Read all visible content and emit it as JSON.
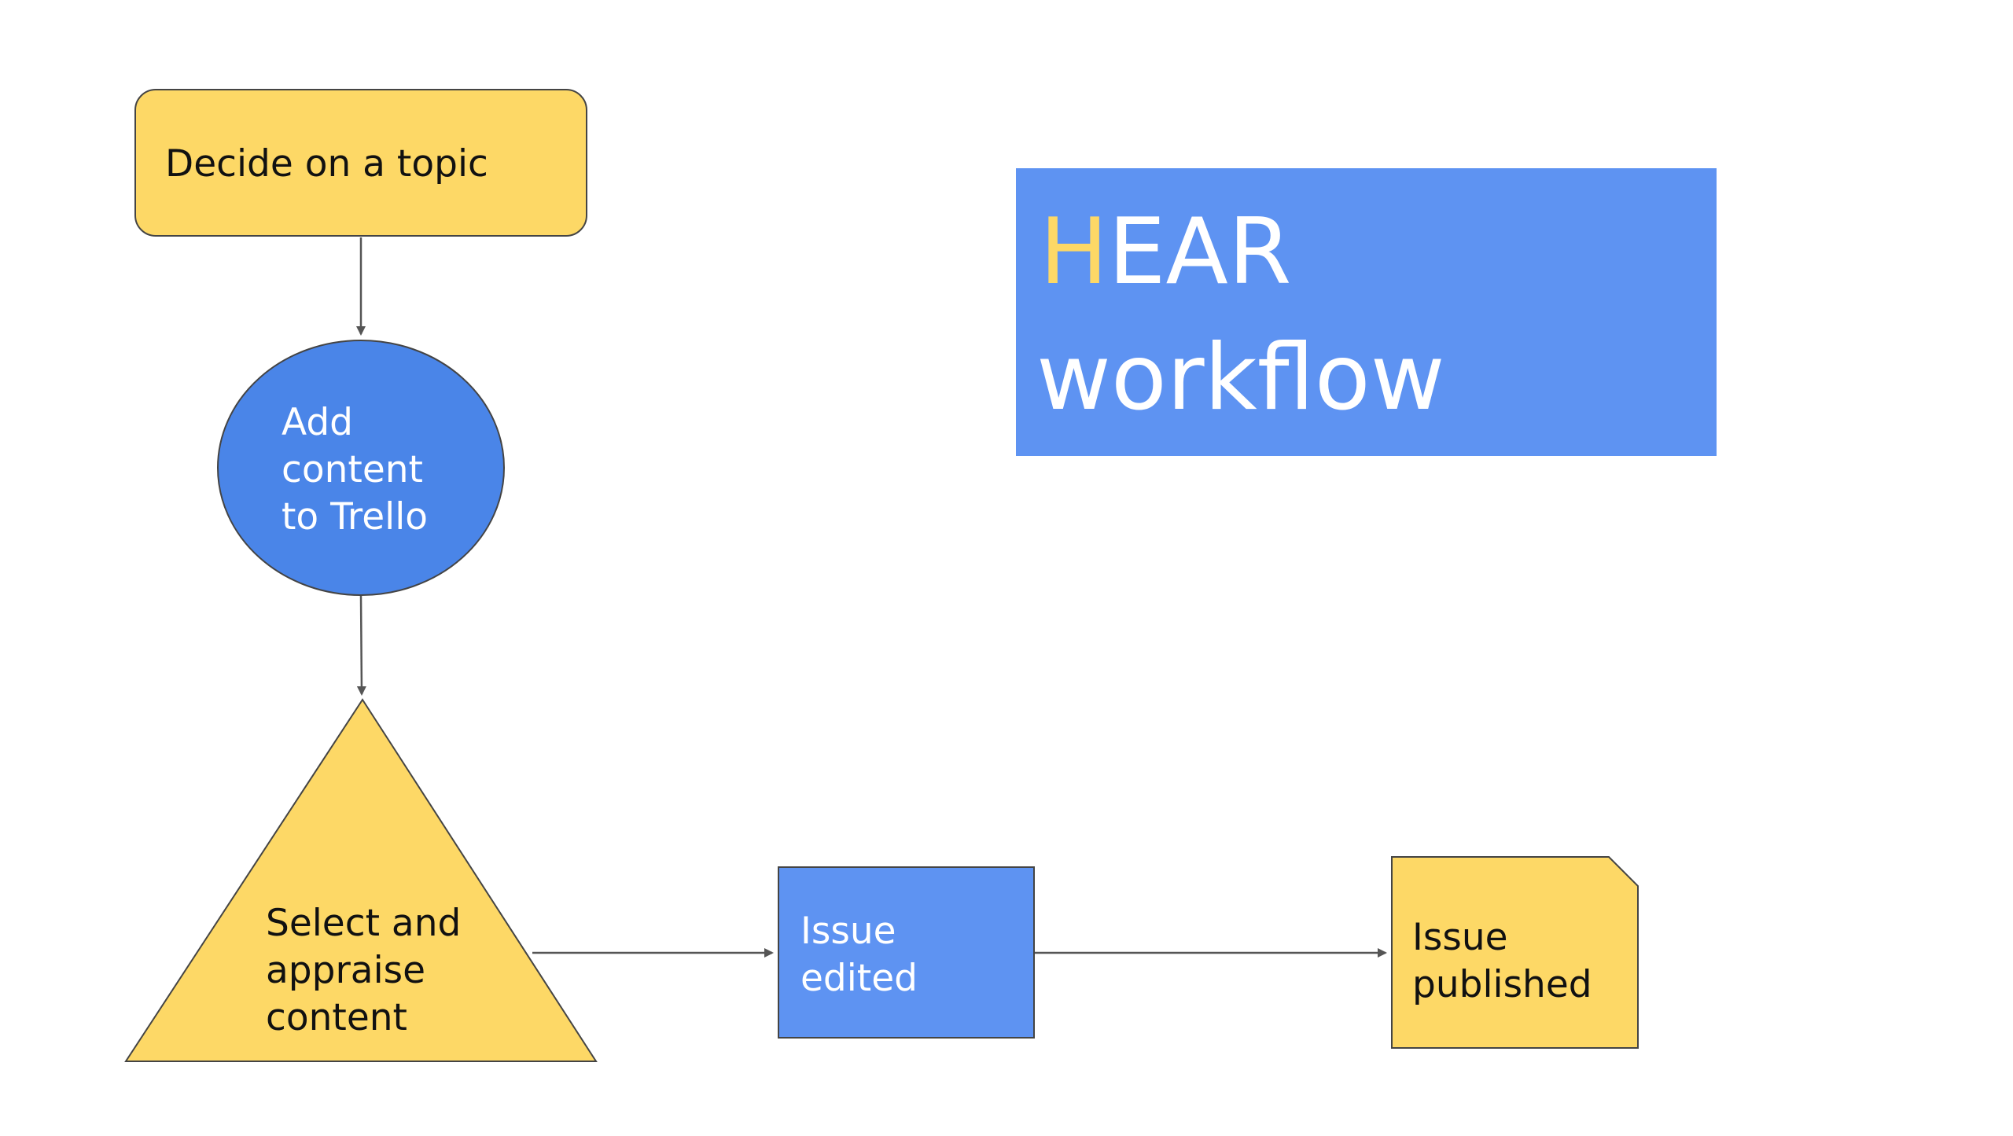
{
  "colors": {
    "yellow": "#FDD866",
    "circle_blue": "#4A85E8",
    "box_blue": "#5E93F2",
    "title_accent": "#FDD866",
    "stroke": "#444444",
    "arrow": "#555555",
    "dark_text": "#111111",
    "light_text": "#FFFFFF"
  },
  "title": {
    "first_letter": "H",
    "rest_of_first_line": "EAR",
    "second_line": "workflow"
  },
  "nodes": {
    "decide_topic": {
      "shape": "rounded-rectangle",
      "lines": [
        "Decide on a topic"
      ]
    },
    "add_content": {
      "shape": "ellipse",
      "lines": [
        "Add",
        "content",
        "to Trello"
      ]
    },
    "select_appraise": {
      "shape": "triangle",
      "lines": [
        "Select and",
        "appraise",
        "content"
      ]
    },
    "issue_edited": {
      "shape": "rectangle",
      "lines": [
        "Issue",
        "edited"
      ]
    },
    "issue_published": {
      "shape": "document",
      "lines": [
        "Issue",
        "published"
      ]
    }
  },
  "edges": [
    {
      "from": "decide_topic",
      "to": "add_content"
    },
    {
      "from": "add_content",
      "to": "select_appraise"
    },
    {
      "from": "select_appraise",
      "to": "issue_edited"
    },
    {
      "from": "issue_edited",
      "to": "issue_published"
    }
  ]
}
